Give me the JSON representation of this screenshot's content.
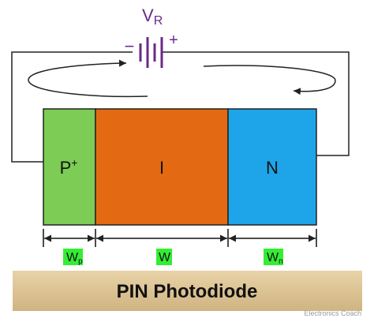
{
  "title": "PIN Photodiode",
  "battery": {
    "label_main": "V",
    "label_sub": "R",
    "minus": "−",
    "plus": "+"
  },
  "regions": [
    {
      "label_main": "P",
      "label_sup": "+",
      "color": "#7ccc55"
    },
    {
      "label_main": "I",
      "color": "#e36a12"
    },
    {
      "label_main": "N",
      "color": "#1ea4e8"
    }
  ],
  "widths": [
    {
      "main": "W",
      "sub": "p"
    },
    {
      "main": "W",
      "sub": ""
    },
    {
      "main": "W",
      "sub": "n"
    }
  ],
  "colors": {
    "battery": "#6a2a8a",
    "width_label_bg": "#33ee33",
    "banner": "#dfc79a",
    "outline": "#222222"
  },
  "watermark": "Electronics Coach"
}
